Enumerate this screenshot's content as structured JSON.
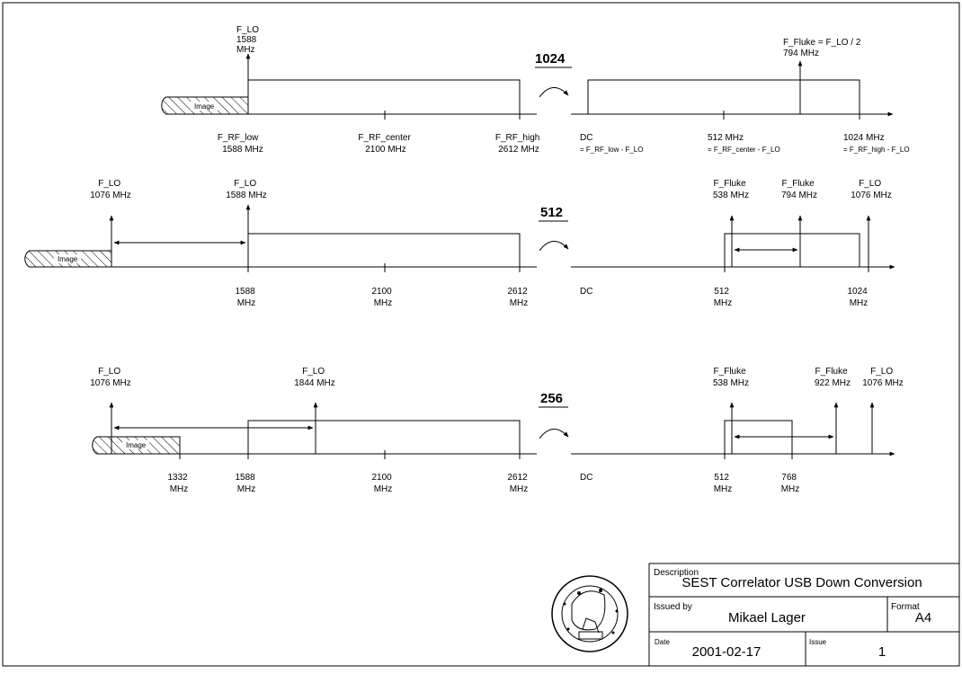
{
  "diagram": {
    "panels": [
      {
        "decimation": "1024",
        "labels_above": [
          {
            "lines": [
              "F_LO",
              "1588",
              "MHz"
            ]
          },
          {
            "lines": [
              "F_Fluke = F_LO / 2",
              "794 MHz"
            ]
          }
        ],
        "labels_below": [
          {
            "lines": [
              "F_RF_low",
              "1588 MHz"
            ]
          },
          {
            "lines": [
              "F_RF_center",
              "2100 MHz"
            ]
          },
          {
            "lines": [
              "F_RF_high",
              "2612 MHz"
            ]
          },
          {
            "lines": [
              "DC",
              "= F_RF_low - F_LO"
            ]
          },
          {
            "lines": [
              "512 MHz",
              "= F_RF_center - F_LO"
            ]
          },
          {
            "lines": [
              "1024 MHz",
              "= F_RF_high - F_LO"
            ]
          }
        ],
        "image_label": "Image"
      },
      {
        "decimation": "512",
        "labels_above": [
          {
            "lines": [
              "F_LO",
              "1076 MHz"
            ]
          },
          {
            "lines": [
              "F_LO",
              "1588 MHz"
            ]
          },
          {
            "lines": [
              "F_Fluke",
              "538 MHz"
            ]
          },
          {
            "lines": [
              "F_Fluke",
              "794 MHz"
            ]
          },
          {
            "lines": [
              "F_LO",
              "1076 MHz"
            ]
          }
        ],
        "labels_below": [
          {
            "lines": [
              "1588",
              "MHz"
            ]
          },
          {
            "lines": [
              "2100",
              "MHz"
            ]
          },
          {
            "lines": [
              "2612",
              "MHz"
            ]
          },
          {
            "lines": [
              "DC"
            ]
          },
          {
            "lines": [
              "512",
              "MHz"
            ]
          },
          {
            "lines": [
              "1024",
              "MHz"
            ]
          }
        ],
        "image_label": "Image"
      },
      {
        "decimation": "256",
        "labels_above": [
          {
            "lines": [
              "F_LO",
              "1076 MHz"
            ]
          },
          {
            "lines": [
              "F_LO",
              "1844 MHz"
            ]
          },
          {
            "lines": [
              "F_Fluke",
              "538 MHz"
            ]
          },
          {
            "lines": [
              "F_Fluke",
              "922 MHz"
            ]
          },
          {
            "lines": [
              "F_LO",
              "1076 MHz"
            ]
          }
        ],
        "labels_below": [
          {
            "lines": [
              "1332",
              "MHz"
            ]
          },
          {
            "lines": [
              "1588",
              "MHz"
            ]
          },
          {
            "lines": [
              "2100",
              "MHz"
            ]
          },
          {
            "lines": [
              "2612",
              "MHz"
            ]
          },
          {
            "lines": [
              "DC"
            ]
          },
          {
            "lines": [
              "512",
              "MHz"
            ]
          },
          {
            "lines": [
              "768",
              "MHz"
            ]
          }
        ],
        "image_label": "Image"
      }
    ]
  },
  "title_block": {
    "description_label": "Description",
    "description": "SEST Correlator USB Down Conversion",
    "issued_by_label": "Issued by",
    "issued_by": "Mikael Lager",
    "format_label": "Format",
    "format": "A4",
    "date_label": "Date",
    "date": "2001-02-17",
    "issue_label": "Issue",
    "issue": "1"
  }
}
